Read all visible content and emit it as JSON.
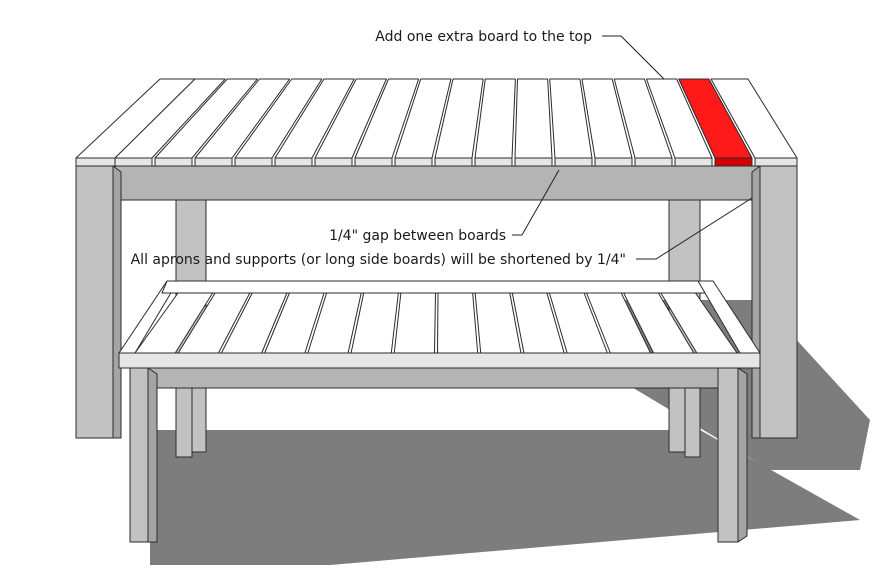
{
  "annotations": {
    "extra_board": "Add one extra board to the top",
    "gap": "1/4\" gap between boards",
    "shortened": "All aprons and supports (or long side boards) will be shortened by 1/4\""
  },
  "colors": {
    "background": "#ffffff",
    "board_top": "#ffffff",
    "board_front": "#e6e6e6",
    "apron": "#b4b4b4",
    "leg_front": "#c2c2c2",
    "leg_side": "#a4a4a4",
    "shadow": "#7d7d7d",
    "outline": "#2b2b2b",
    "highlight_board": "#ff1a1a",
    "highlight_board_front": "#d40000"
  },
  "table": {
    "top_board_count": 16,
    "highlighted_board_index": 15
  },
  "bench": {
    "seat_board_count": 14
  }
}
